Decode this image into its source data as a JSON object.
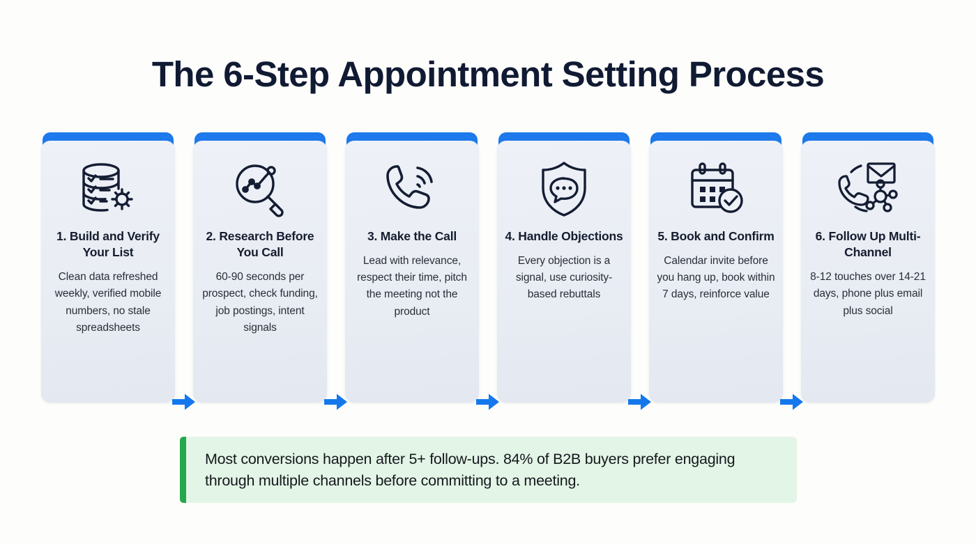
{
  "title": "The 6-Step Appointment Setting Process",
  "colors": {
    "page_background": "#fdfdfb",
    "card_accent": "#1e7aec",
    "arrow": "#1478ec",
    "title_text": "#111a33",
    "heading_text": "#151c2e",
    "body_text": "#2a2e38",
    "callout_background": "#e3f5e6",
    "callout_accent": "#24a84a"
  },
  "steps": [
    {
      "icon": "database-checklist-gear-icon",
      "heading": "1. Build and Verify Your List",
      "body": "Clean data refreshed weekly, verified mobile numbers, no stale spreadsheets"
    },
    {
      "icon": "magnifier-chart-icon",
      "heading": "2. Research Before You Call",
      "body": "60-90 seconds per prospect, check funding, job postings, intent signals"
    },
    {
      "icon": "phone-ringing-icon",
      "heading": "3. Make the Call",
      "body": "Lead with relevance, respect their time, pitch the meeting not the product"
    },
    {
      "icon": "shield-speech-bubble-icon",
      "heading": "4. Handle Objections",
      "body": "Every objection is a signal, use curiosity-based rebuttals"
    },
    {
      "icon": "calendar-check-icon",
      "heading": "5. Book and Confirm",
      "body": "Calendar invite before you hang up, book within 7 days, reinforce value"
    },
    {
      "icon": "phone-email-network-icon",
      "heading": "6. Follow Up Multi-Channel",
      "body": "8-12 touches over 14-21 days, phone plus email plus social"
    }
  ],
  "connectors": [
    {
      "name": "arrow-right-icon"
    },
    {
      "name": "arrow-right-icon"
    },
    {
      "name": "arrow-right-icon"
    },
    {
      "name": "arrow-right-icon"
    },
    {
      "name": "arrow-right-icon"
    }
  ],
  "callout": {
    "text": "Most conversions happen after 5+ follow-ups. 84% of B2B buyers prefer engaging through multiple channels before committing to a meeting."
  }
}
